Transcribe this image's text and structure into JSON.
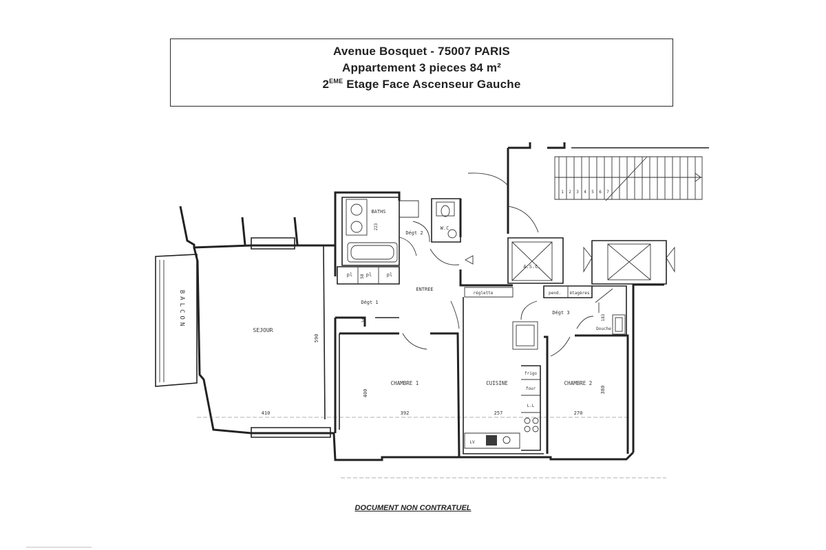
{
  "title": {
    "line1": "Avenue Bosquet - 75007 PARIS",
    "line2": "Appartement 3 pieces 84 m²",
    "line3_sup": "EME",
    "line3_prefix": "2",
    "line3_rest": " Etage Face Ascenseur Gauche"
  },
  "rooms": {
    "balcon": "BALCON",
    "sejour": "SEJOUR",
    "baths": "BATHS",
    "wc": "W.C",
    "deg1": "Dégt 1",
    "deg2": "Dégt 2",
    "deg3": "Dégt 3",
    "entree": "ENTREE",
    "chambre1": "CHAMBRE 1",
    "cuisine": "CUISINE",
    "chambre2": "CHAMBRE 2",
    "asc": "A.S.C.",
    "douche": "Douche",
    "reglette": "réglette",
    "pend": "pend.",
    "etageres": "étagères",
    "frigo": "frigo",
    "four": "four",
    "ll": "L.L",
    "lv": "LV",
    "pl1": "pl",
    "pl2": "pl",
    "pl3": "pl"
  },
  "dimensions": {
    "sejour_w": "410",
    "sejour_h": "590",
    "ch1_w": "392",
    "ch1_h": "400",
    "cuisine_w": "257",
    "ch2_w": "270",
    "ch2_h": "380",
    "baths_h": "223",
    "pl_w": "58",
    "deg1_h": "34",
    "douche_h": "183"
  },
  "stair_numbers": [
    "1",
    "2",
    "3",
    "4",
    "5",
    "6",
    "7"
  ],
  "disclaimer": "DOCUMENT NON CONTRATUEL"
}
